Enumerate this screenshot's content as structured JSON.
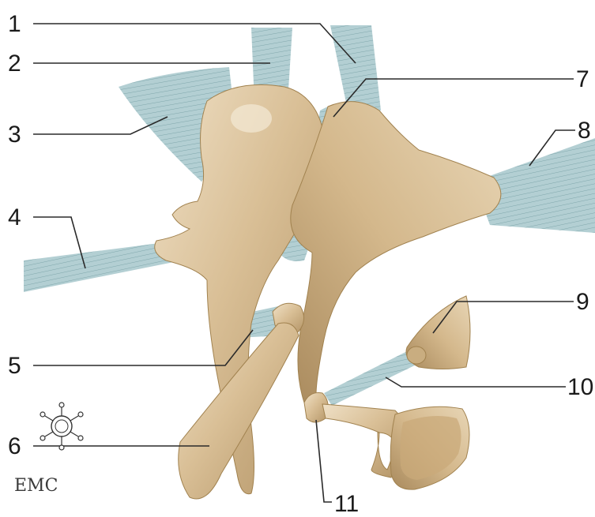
{
  "labels": {
    "l1": "1",
    "l2": "2",
    "l3": "3",
    "l4": "4",
    "l5": "5",
    "l6": "6",
    "l7": "7",
    "l8": "8",
    "l9": "9",
    "l10": "10",
    "l11": "11"
  },
  "watermark": "EMC",
  "colors": {
    "bone": "#d9bf96",
    "bone_shade": "#b89a6e",
    "bone_highlight": "#efe0c6",
    "ligament": "#a8c8cc",
    "ligament_line": "#7fa6ab",
    "leader": "#2a2a2a"
  }
}
